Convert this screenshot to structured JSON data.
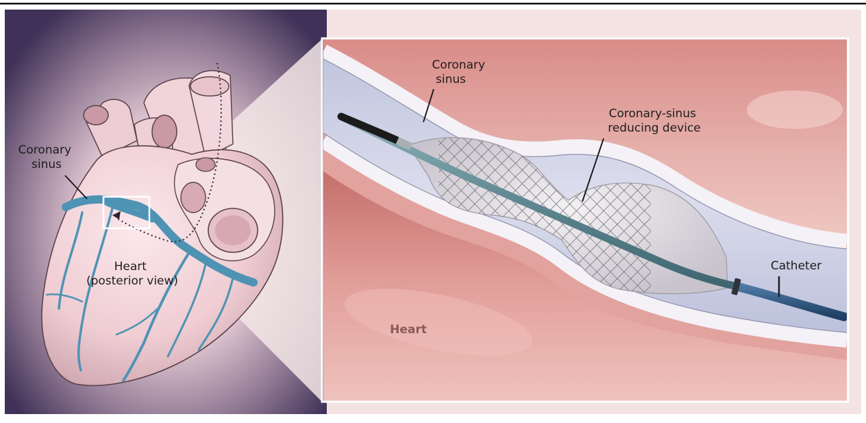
{
  "left_panel": {
    "coronary_sinus_label": [
      "Coronary",
      "sinus"
    ],
    "heart_label": [
      "Heart",
      "(posterior view)"
    ]
  },
  "inset": {
    "coronary_sinus_label": [
      "Coronary",
      "sinus"
    ],
    "device_label": [
      "Coronary-sinus",
      "reducing device"
    ],
    "catheter_label": "Catheter",
    "heart_label": "Heart"
  },
  "colors": {
    "background": "#f3e3e3",
    "vignette": "#4b3b62",
    "heart_tissue": "#f1d5da",
    "vessel": "#4f93b4",
    "inset_tissue": "#d88b86",
    "sinus_lumen": "#cfd2e6",
    "frame": "#ffffff"
  }
}
